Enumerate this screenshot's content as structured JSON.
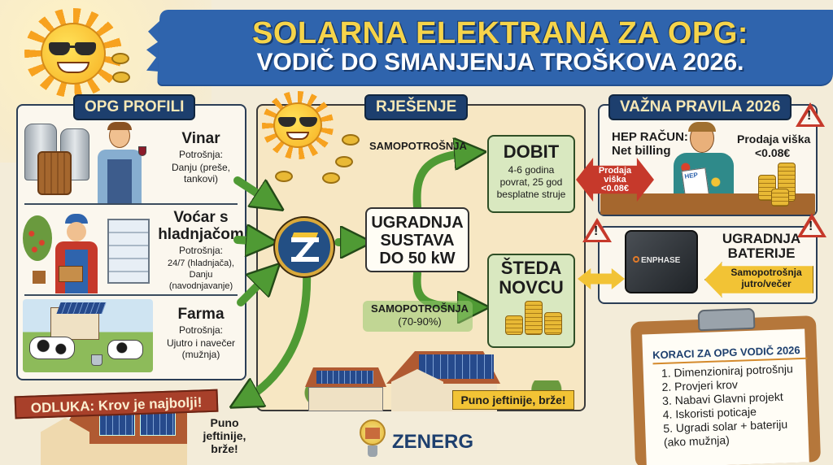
{
  "title": {
    "line1": "SOLARNA ELEKTRANA ZA OPG:",
    "line2": "VODIČ DO SMANJENJA TROŠKOVA 2026."
  },
  "colors": {
    "banner_blue": "#2f64ad",
    "title_yellow": "#f6d44a",
    "tag_navy": "#1d3f6e",
    "arrow_green": "#4f9a34",
    "warning_red": "#c6392b",
    "arrow_yellow": "#f2c335",
    "box_green": "#d9e8c0"
  },
  "profiles": {
    "tag": "OPG PROFILI",
    "items": [
      {
        "name": "Vinar",
        "label": "Potrošnja:",
        "desc": "Danju (preše, tankovi)"
      },
      {
        "name": "Voćar s hladnjačom",
        "label": "Potrošnja:",
        "desc": "24/7 (hladnjača), Danju (navodnjavanje)"
      },
      {
        "name": "Farma",
        "label": "Potrošnja:",
        "desc": "Ujutro i navečer (mužnja)"
      }
    ]
  },
  "decision": {
    "ribbon": "ODLUKA: Krov je najbolji!",
    "note": "Puno jeftinije, brže!"
  },
  "solution": {
    "tag": "RJEŠENJE",
    "logo_icon": "zenerg-z-logo",
    "install_box": "UGRADNJA SUSTAVA DO 50 kW",
    "top_flow_label": "SAMOPOTROŠNJA",
    "bottom_flow_label": "SAMOPOTROŠNJA",
    "bottom_flow_pct": "(70-90%)",
    "profit": {
      "title": "DOBIT",
      "desc": "4-6 godina povrat, 25 god besplatne struje"
    },
    "savings": {
      "title": "ŠTEDA NOVCU"
    },
    "house_badge": "Puno jeftinije, brže!"
  },
  "rules": {
    "tag": "VAŽNA PRAVILA 2026",
    "hep_title": "HEP RAČUN:",
    "hep_sub": "Net billing",
    "sell_excess": "Prodaja viška",
    "sell_price": "<0.08€",
    "red_arrow_l1": "Prodaja",
    "red_arrow_l2": "viška",
    "red_arrow_l3": "<0.08€",
    "bill_logo": "HEP"
  },
  "battery": {
    "title_l1": "UGRADNJA",
    "title_l2": "BATERIJE",
    "brand": "ENPHASE",
    "arrow_l1": "Samopotrošnja",
    "arrow_l2": "jutro/večer"
  },
  "steps": {
    "title": "KORACI ZA OPG VODIČ 2026",
    "items": [
      "1. Dimenzioniraj potrošnju",
      "2. Provjeri krov",
      "3. Nabavi Glavni projekt",
      "4. Iskoristi poticaje",
      "5. Ugradi solar + bateriju (ako mužnja)"
    ]
  },
  "brand": {
    "name": "ZENERG"
  }
}
